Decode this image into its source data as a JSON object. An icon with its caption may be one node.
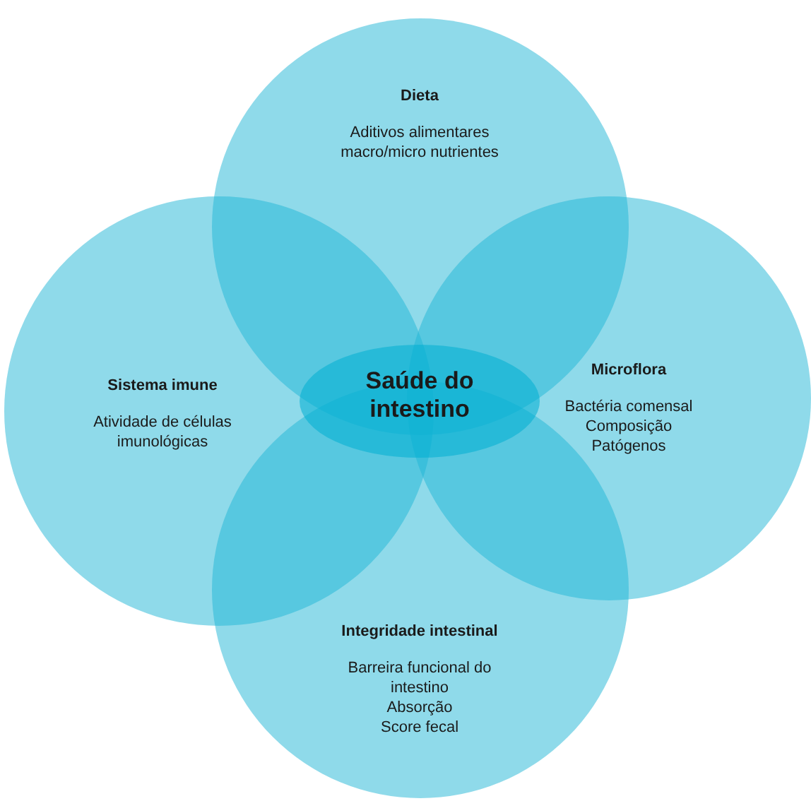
{
  "diagram": {
    "nodes": [
      {
        "text": [
          "Dieta",
          "Aditivos alimentares",
          "macro/micro nutrientes"
        ]
      },
      {
        "text": [
          "Sistema imune",
          "Atividade de células imunológicas"
        ]
      },
      {
        "text": [
          "Saúde do intestino"
        ]
      },
      {
        "text": [
          "Microflora",
          "Bactéria comensal",
          "Composição",
          "Patógenos"
        ]
      },
      {
        "text": [
          "Integridade intestinal",
          "Barreira funcional do intestino",
          "Absorção",
          "Score fecal"
        ]
      }
    ],
    "edges": []
  }
}
